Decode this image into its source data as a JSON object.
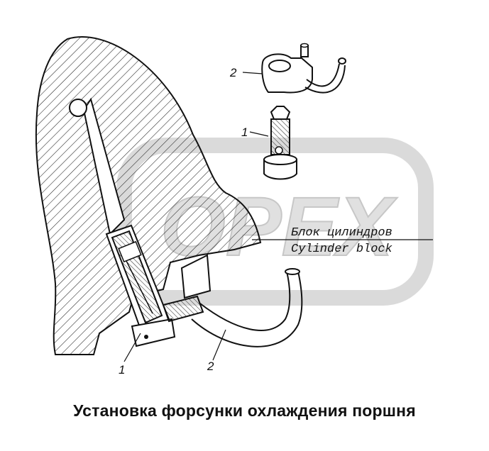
{
  "diagram": {
    "callouts": {
      "exploded_jet": "2",
      "exploded_bolt": "1",
      "section_bolt": "1",
      "section_jet": "2"
    },
    "block_label": {
      "ru": "Блок цилиндров",
      "en": "Cylinder block"
    },
    "watermark_text": "OPEX",
    "caption": "Установка форсунки охлаждения поршня"
  },
  "colors": {
    "line": "#111111",
    "watermark": "#bdbdbd",
    "background": "#ffffff"
  }
}
